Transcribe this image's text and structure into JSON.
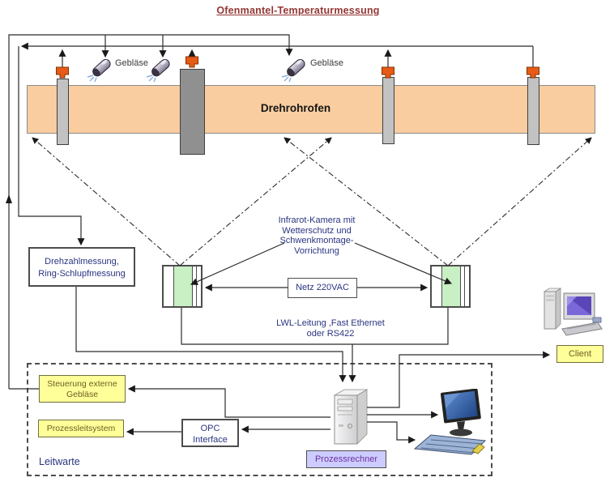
{
  "title": "Ofenmantel-Temperaturmessung",
  "kiln": {
    "label": "Drehrohrofen"
  },
  "blowers": {
    "label_1": "Gebläse",
    "label_2": "Gebläse"
  },
  "camera_note": {
    "lines": [
      "Infrarot-Kamera mit",
      "Wetterschutz und",
      "Schwenkmontage-",
      "Vorrichtung"
    ]
  },
  "power": {
    "label": "Netz 220VAC"
  },
  "data_link": {
    "lines": [
      "LWL-Leitung ,Fast Ethernet",
      "oder RS422"
    ]
  },
  "speed_box": {
    "lines": [
      "Drehzahlmessung,",
      "Ring-Schlupfmessung"
    ]
  },
  "control_room": {
    "label": "Leitwarte",
    "blower_control": {
      "lines": [
        "Steuerung externe",
        "Gebläse"
      ]
    },
    "pls": {
      "label": "Prozessleitsystem"
    },
    "opc": {
      "lines": [
        "OPC",
        "Interface"
      ]
    },
    "process_computer": {
      "label": "Prozessrechner"
    }
  },
  "client": {
    "label": "Client"
  },
  "colors": {
    "kiln_fill": "#F9CD9F",
    "highlight_yellow": "#FFFF99",
    "camera_green": "#C9EFC4",
    "process_label_fill": "#CCCCFF",
    "process_label_purple": "#7030A0",
    "title_red": "#943634",
    "diagram_blue": "#2A3480",
    "yellow_box_text": "#6B5E24",
    "sensor_orange": "#E85A17"
  }
}
